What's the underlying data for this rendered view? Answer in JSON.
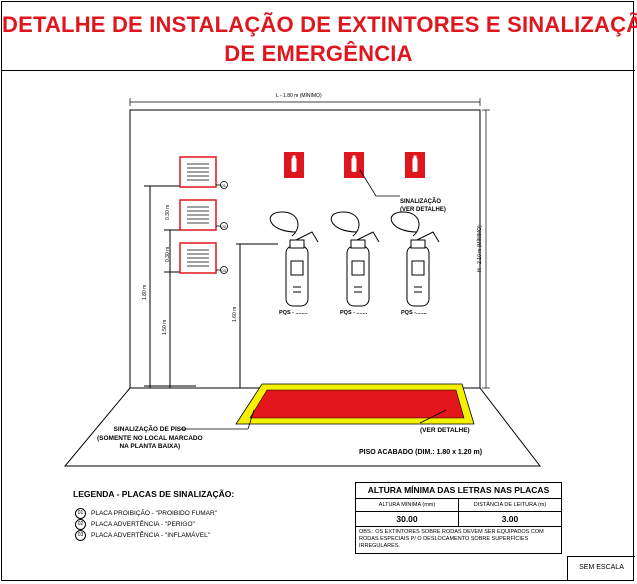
{
  "title": {
    "line1": "DETALHE DE INSTALAÇÃO DE EXTINTORES E SINALIZAÇÃO",
    "line2": "DE EMERGÊNCIA"
  },
  "dimensions": {
    "width": "L - 1.80 m (MÍNIMO)",
    "height": "H - 2.10 m (MÍNIMO)",
    "total_height": "1.80 m",
    "sign_height": "1.50 m",
    "spacing_1": "0.30 m",
    "spacing_2": "0.30 m",
    "extinguisher_height": "1.60 m"
  },
  "extinguishers": [
    "PQS - ........",
    "PQS - .......",
    "PQS -......."
  ],
  "callouts": {
    "signage": "SINALIZAÇÃO\n(VER DETALHE)",
    "floor_signage": "SINALIZAÇÃO DE PISO\n(SOMENTE NO LOCAL MARCADO\nNA PLANTA BAIXA)",
    "floor_detail": "(VER DETALHE)",
    "finished_floor": "PISO ACABADO (DIM.: 1.80 x 1.20 m)"
  },
  "sign_numbers": [
    "01",
    "02",
    "03"
  ],
  "legend": {
    "title": "LEGENDA - PLACAS DE SINALIZAÇÃO:",
    "items": [
      {
        "num": "01",
        "text": "PLACA PROIBIÇÃO - \"PROIBIDO FUMAR\""
      },
      {
        "num": "02",
        "text": "PLACA ADVERTÊNCIA - \"PERIGO\""
      },
      {
        "num": "03",
        "text": "PLACA ADVERTÊNCIA - \"INFLAMÁVEL\""
      }
    ]
  },
  "table": {
    "title": "ALTURA MÍNIMA DAS LETRAS NAS PLACAS",
    "col1_header": "ALTURA MÍNIMA (mm)",
    "col2_header": "DISTÂNCIA DE LEITURA (m)",
    "col1_value": "30.00",
    "col2_value": "3.00",
    "obs": "OBS.: OS EXTINTORES SOBRE RODAS DEVEM SER EQUIPADOS COM RODAS ESPECIAIS P/ O DESLOCAMENTO SOBRE SUPERFÍCIES IRREGULARES."
  },
  "scale": "SEM ESCALA",
  "colors": {
    "red": "#e0161e",
    "yellow": "#f5f000",
    "floor_red": "#e3171b"
  }
}
